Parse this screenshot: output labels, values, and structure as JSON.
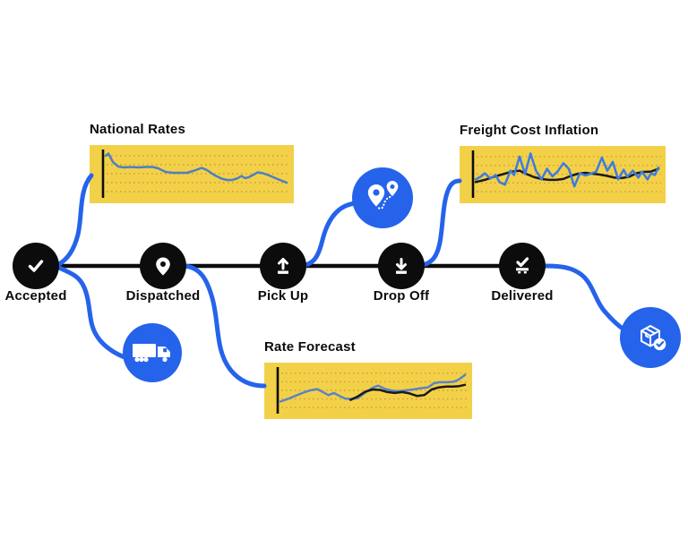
{
  "colors": {
    "accent_blue": "#2563EB",
    "chart_background_yellow": "#F2D149",
    "grid_dot_orange": "#D59A3D",
    "line_blue_muted": "#4E7FC1",
    "line_blue_bright": "#3D7BE0",
    "line_black": "#1a1a1a",
    "node_black": "#0C0C0C"
  },
  "timeline": {
    "stages": [
      {
        "label": "Accepted",
        "icon": "check-icon"
      },
      {
        "label": "Dispatched",
        "icon": "location-pin-icon"
      },
      {
        "label": "Pick Up",
        "icon": "upload-icon"
      },
      {
        "label": "Drop Off",
        "icon": "download-icon"
      },
      {
        "label": "Delivered",
        "icon": "delivered-check-icon"
      }
    ]
  },
  "badges": [
    {
      "icon": "truck-icon"
    },
    {
      "icon": "route-pins-icon"
    },
    {
      "icon": "package-check-icon"
    }
  ],
  "chart_data": [
    {
      "type": "line",
      "title": "National Rates",
      "xlabel": "",
      "ylabel": "",
      "ylim": [
        0,
        100
      ],
      "grid": "dotted-horizontal",
      "legend": "none",
      "series": [
        {
          "name": "series-blue",
          "color": "#4E7FC1",
          "points": [
            [
              0,
              90
            ],
            [
              1.5,
              95
            ],
            [
              4,
              76
            ],
            [
              7,
              66
            ],
            [
              10,
              64
            ],
            [
              14,
              65
            ],
            [
              18,
              64
            ],
            [
              22,
              65
            ],
            [
              26,
              65
            ],
            [
              29,
              62
            ],
            [
              33,
              54
            ],
            [
              37,
              52
            ],
            [
              41,
              52
            ],
            [
              45,
              52
            ],
            [
              49,
              57
            ],
            [
              53,
              63
            ],
            [
              56,
              58
            ],
            [
              60,
              47
            ],
            [
              64,
              39
            ],
            [
              67,
              36
            ],
            [
              70,
              36
            ],
            [
              73,
              40
            ],
            [
              75,
              45
            ],
            [
              77,
              40
            ],
            [
              79,
              42
            ],
            [
              84,
              53
            ],
            [
              87,
              51
            ],
            [
              91,
              45
            ],
            [
              95,
              38
            ],
            [
              100,
              30
            ]
          ]
        }
      ]
    },
    {
      "type": "line",
      "title": "Freight Cost Inflation",
      "xlabel": "",
      "ylabel": "",
      "ylim": [
        0,
        100
      ],
      "grid": "dotted-horizontal",
      "legend": "none",
      "series": [
        {
          "name": "series-black",
          "color": "#1a1a1a",
          "points": [
            [
              0,
              32
            ],
            [
              5,
              37
            ],
            [
              10,
              44
            ],
            [
              15,
              50
            ],
            [
              20,
              56
            ],
            [
              24,
              58
            ],
            [
              28,
              50
            ],
            [
              32,
              43
            ],
            [
              36,
              39
            ],
            [
              40,
              37
            ],
            [
              44,
              37
            ],
            [
              48,
              39
            ],
            [
              52,
              46
            ],
            [
              56,
              51
            ],
            [
              60,
              53
            ],
            [
              64,
              51
            ],
            [
              68,
              49
            ],
            [
              72,
              46
            ],
            [
              76,
              42
            ],
            [
              80,
              41
            ],
            [
              84,
              44
            ],
            [
              88,
              52
            ],
            [
              92,
              55
            ],
            [
              96,
              56
            ],
            [
              100,
              62
            ]
          ]
        },
        {
          "name": "series-blue",
          "color": "#3D7BE0",
          "points": [
            [
              0,
              38
            ],
            [
              3,
              45
            ],
            [
              5,
              52
            ],
            [
              8,
              40
            ],
            [
              11,
              48
            ],
            [
              13,
              32
            ],
            [
              16,
              26
            ],
            [
              19,
              58
            ],
            [
              21,
              48
            ],
            [
              24,
              90
            ],
            [
              27,
              50
            ],
            [
              30,
              97
            ],
            [
              33,
              58
            ],
            [
              36,
              38
            ],
            [
              39,
              62
            ],
            [
              42,
              45
            ],
            [
              45,
              57
            ],
            [
              48,
              75
            ],
            [
              51,
              62
            ],
            [
              54,
              22
            ],
            [
              57,
              52
            ],
            [
              60,
              47
            ],
            [
              63,
              51
            ],
            [
              66,
              56
            ],
            [
              69,
              88
            ],
            [
              72,
              58
            ],
            [
              75,
              78
            ],
            [
              78,
              38
            ],
            [
              81,
              60
            ],
            [
              83,
              44
            ],
            [
              86,
              58
            ],
            [
              89,
              42
            ],
            [
              91,
              56
            ],
            [
              94,
              38
            ],
            [
              96,
              52
            ],
            [
              98,
              48
            ],
            [
              100,
              65
            ]
          ]
        }
      ]
    },
    {
      "type": "line",
      "title": "Rate Forecast",
      "xlabel": "",
      "ylabel": "",
      "ylim": [
        0,
        100
      ],
      "grid": "dotted-horizontal",
      "legend": "none",
      "series": [
        {
          "name": "series-blue",
          "color": "#5B84C4",
          "points": [
            [
              0,
              24
            ],
            [
              4,
              30
            ],
            [
              8,
              37
            ],
            [
              12,
              44
            ],
            [
              16,
              50
            ],
            [
              20,
              53
            ],
            [
              23,
              46
            ],
            [
              26,
              39
            ],
            [
              29,
              44
            ],
            [
              32,
              37
            ],
            [
              35,
              31
            ],
            [
              38,
              30
            ],
            [
              42,
              32
            ],
            [
              46,
              45
            ],
            [
              50,
              56
            ],
            [
              53,
              61
            ],
            [
              57,
              53
            ],
            [
              61,
              49
            ],
            [
              64,
              48
            ],
            [
              68,
              50
            ],
            [
              72,
              52
            ],
            [
              76,
              55
            ],
            [
              80,
              57
            ],
            [
              83,
              66
            ],
            [
              86,
              69
            ],
            [
              90,
              69
            ],
            [
              94,
              70
            ],
            [
              97,
              76
            ],
            [
              100,
              86
            ]
          ]
        },
        {
          "name": "series-black",
          "color": "#1a1a1a",
          "points": [
            [
              38,
              28
            ],
            [
              42,
              36
            ],
            [
              46,
              47
            ],
            [
              50,
              52
            ],
            [
              54,
              51
            ],
            [
              58,
              46
            ],
            [
              62,
              44
            ],
            [
              66,
              46
            ],
            [
              70,
              43
            ],
            [
              74,
              37
            ],
            [
              78,
              39
            ],
            [
              82,
              52
            ],
            [
              86,
              57
            ],
            [
              90,
              59
            ],
            [
              94,
              59
            ],
            [
              97,
              60
            ],
            [
              100,
              63
            ]
          ]
        }
      ]
    }
  ]
}
